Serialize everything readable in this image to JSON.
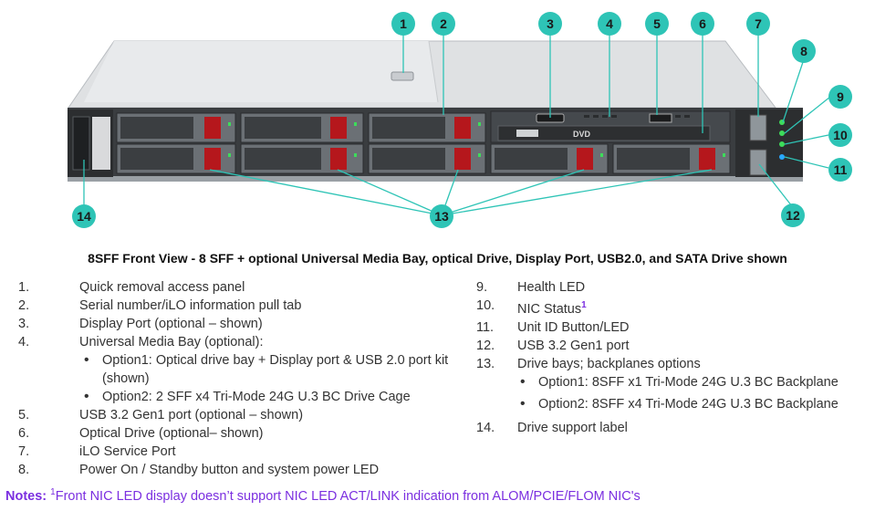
{
  "callouts": [
    "1",
    "2",
    "3",
    "4",
    "5",
    "6",
    "7",
    "8",
    "9",
    "10",
    "11",
    "12",
    "13",
    "14"
  ],
  "caption": "8SFF Front View - 8 SFF + optional Universal Media Bay, optical Drive, Display Port, USB2.0, and SATA Drive shown",
  "left_items": [
    {
      "num": "1.",
      "text": "Quick removal access panel"
    },
    {
      "num": "2.",
      "text": "Serial number/iLO information pull tab"
    },
    {
      "num": "3.",
      "text": "Display Port (optional – shown)"
    },
    {
      "num": "4.",
      "text": "Universal Media Bay (optional):"
    },
    {
      "num": "5.",
      "text": "USB 3.2 Gen1 port (optional – shown)"
    },
    {
      "num": "6.",
      "text": "Optical Drive (optional– shown)"
    },
    {
      "num": "7.",
      "text": "iLO Service Port"
    },
    {
      "num": "8.",
      "text": "Power On / Standby button and system power LED"
    }
  ],
  "item4_options": [
    "Option1: Optical drive bay + Display port & USB 2.0 port kit (shown)",
    "Option2: 2 SFF x4 Tri-Mode 24G U.3 BC Drive Cage"
  ],
  "right_items": [
    {
      "num": "9.",
      "text": "Health LED"
    },
    {
      "num": "10.",
      "text": "NIC Status",
      "sup": "1"
    },
    {
      "num": "11.",
      "text": "Unit ID Button/LED"
    },
    {
      "num": "12.",
      "text": "USB 3.2 Gen1 port"
    },
    {
      "num": "13.",
      "text": "Drive bays; backplanes options"
    },
    {
      "num": "14.",
      "text": "Drive support label"
    }
  ],
  "item13_options": [
    "Option1: 8SFF x1 Tri-Mode 24G U.3 BC Backplane",
    "Option2: 8SFF x4 Tri-Mode 24G U.3 BC Backplane"
  ],
  "notes": {
    "label": "Notes:",
    "sup": "1",
    "text": "Front NIC LED display doesn’t support NIC LED ACT/LINK indication from ALOM/PCIE/FLOM NIC's"
  },
  "drive_label": "DVD",
  "colors": {
    "callout_fill": "#2ec4b6",
    "callout_line": "#2ec4b6",
    "note_purple": "#7b2fe0",
    "led_green": "#3ddc5a"
  }
}
